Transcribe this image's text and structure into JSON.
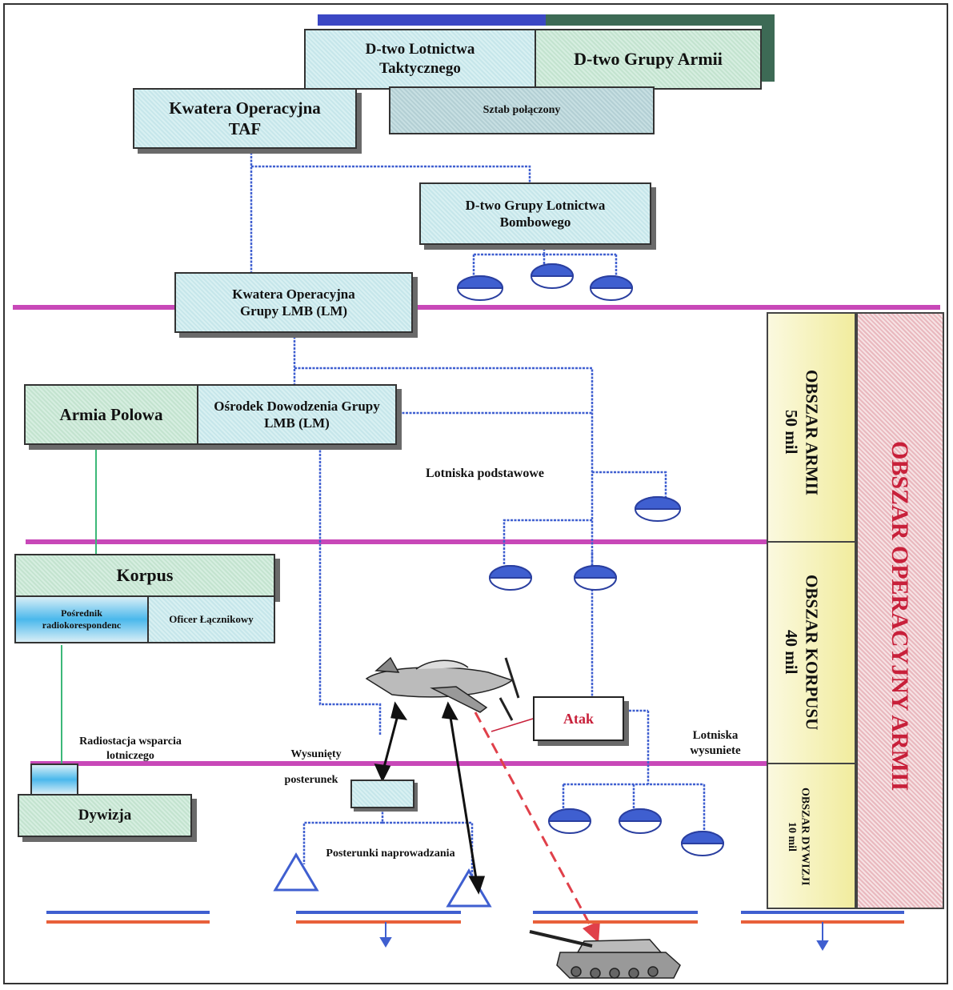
{
  "boxes": {
    "dtwo_lotnictwa": "D-two Lotnictwa Taktycznego",
    "dtwo_grupy_armii": "D-two Grupy Armii",
    "kwatera_taf": "Kwatera Operacyjna TAF",
    "sztab": "Sztab połączony",
    "dtwo_bombowego": "D-two Grupy Lotnictwa Bombowego",
    "kwatera_lmb": "Kwatera Operacyjna Grupy LMB (LM)",
    "armia_polowa": "Armia Polowa",
    "osrodek": "Ośrodek Dowodzenia Grupy LMB (LM)",
    "korpus": "Korpus",
    "posrednik": "Pośrednik radiokorespondenc",
    "oficer": "Oficer Łącznikowy",
    "dywizja": "Dywizja",
    "atak": "Atak"
  },
  "labels": {
    "lotniska_podstawowe": "Lotniska podstawowe",
    "lotniska_wysuniete": "Lotniska wysuniete",
    "radiostacja": "Radiostacja wsparcia lotniczego",
    "wysuniety": "Wysunięty",
    "posterunek": "posterunek",
    "posterunki": "Posterunki naprowadzania"
  },
  "zones": {
    "armii_title": "OBSZAR ARMII",
    "armii_dist": "50 mil",
    "korpusu_title": "OBSZAR KORPUSU",
    "korpusu_dist": "40 mil",
    "dywizji_title": "OBSZAR DYWIZJI",
    "dywizji_dist": "10 mil",
    "operacyjny": "OBSZAR OPERACYJNY ARMII"
  },
  "colors": {
    "magenta_line": "#c848b8",
    "blue_line": "#3f5fd0",
    "green_line": "#3cb878",
    "red_text": "#c8203a",
    "zone_yellow": "#f6f3c4",
    "zone_pink": "#f2d4d8"
  },
  "icons": [
    "airfield-icon",
    "aircraft-icon",
    "tank-icon",
    "radar-triangle-icon"
  ]
}
